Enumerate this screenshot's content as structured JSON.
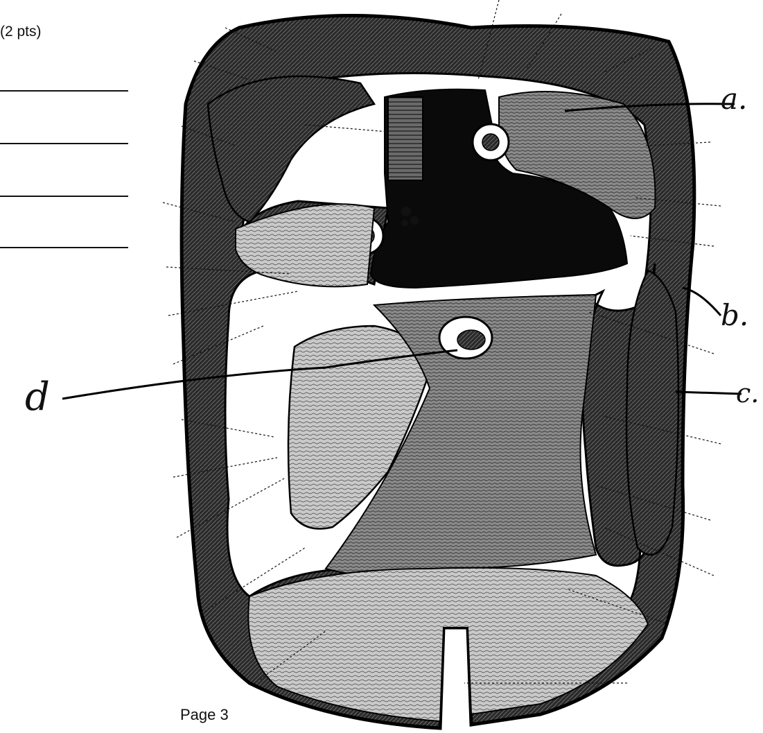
{
  "header": {
    "points": "(2 pts)"
  },
  "answer_lines": [
    "",
    "",
    "",
    ""
  ],
  "figure": {
    "labels": {
      "a": "a.",
      "b": "b.",
      "c": "c.",
      "d": "d"
    }
  },
  "footer": {
    "page": "Page 3"
  }
}
